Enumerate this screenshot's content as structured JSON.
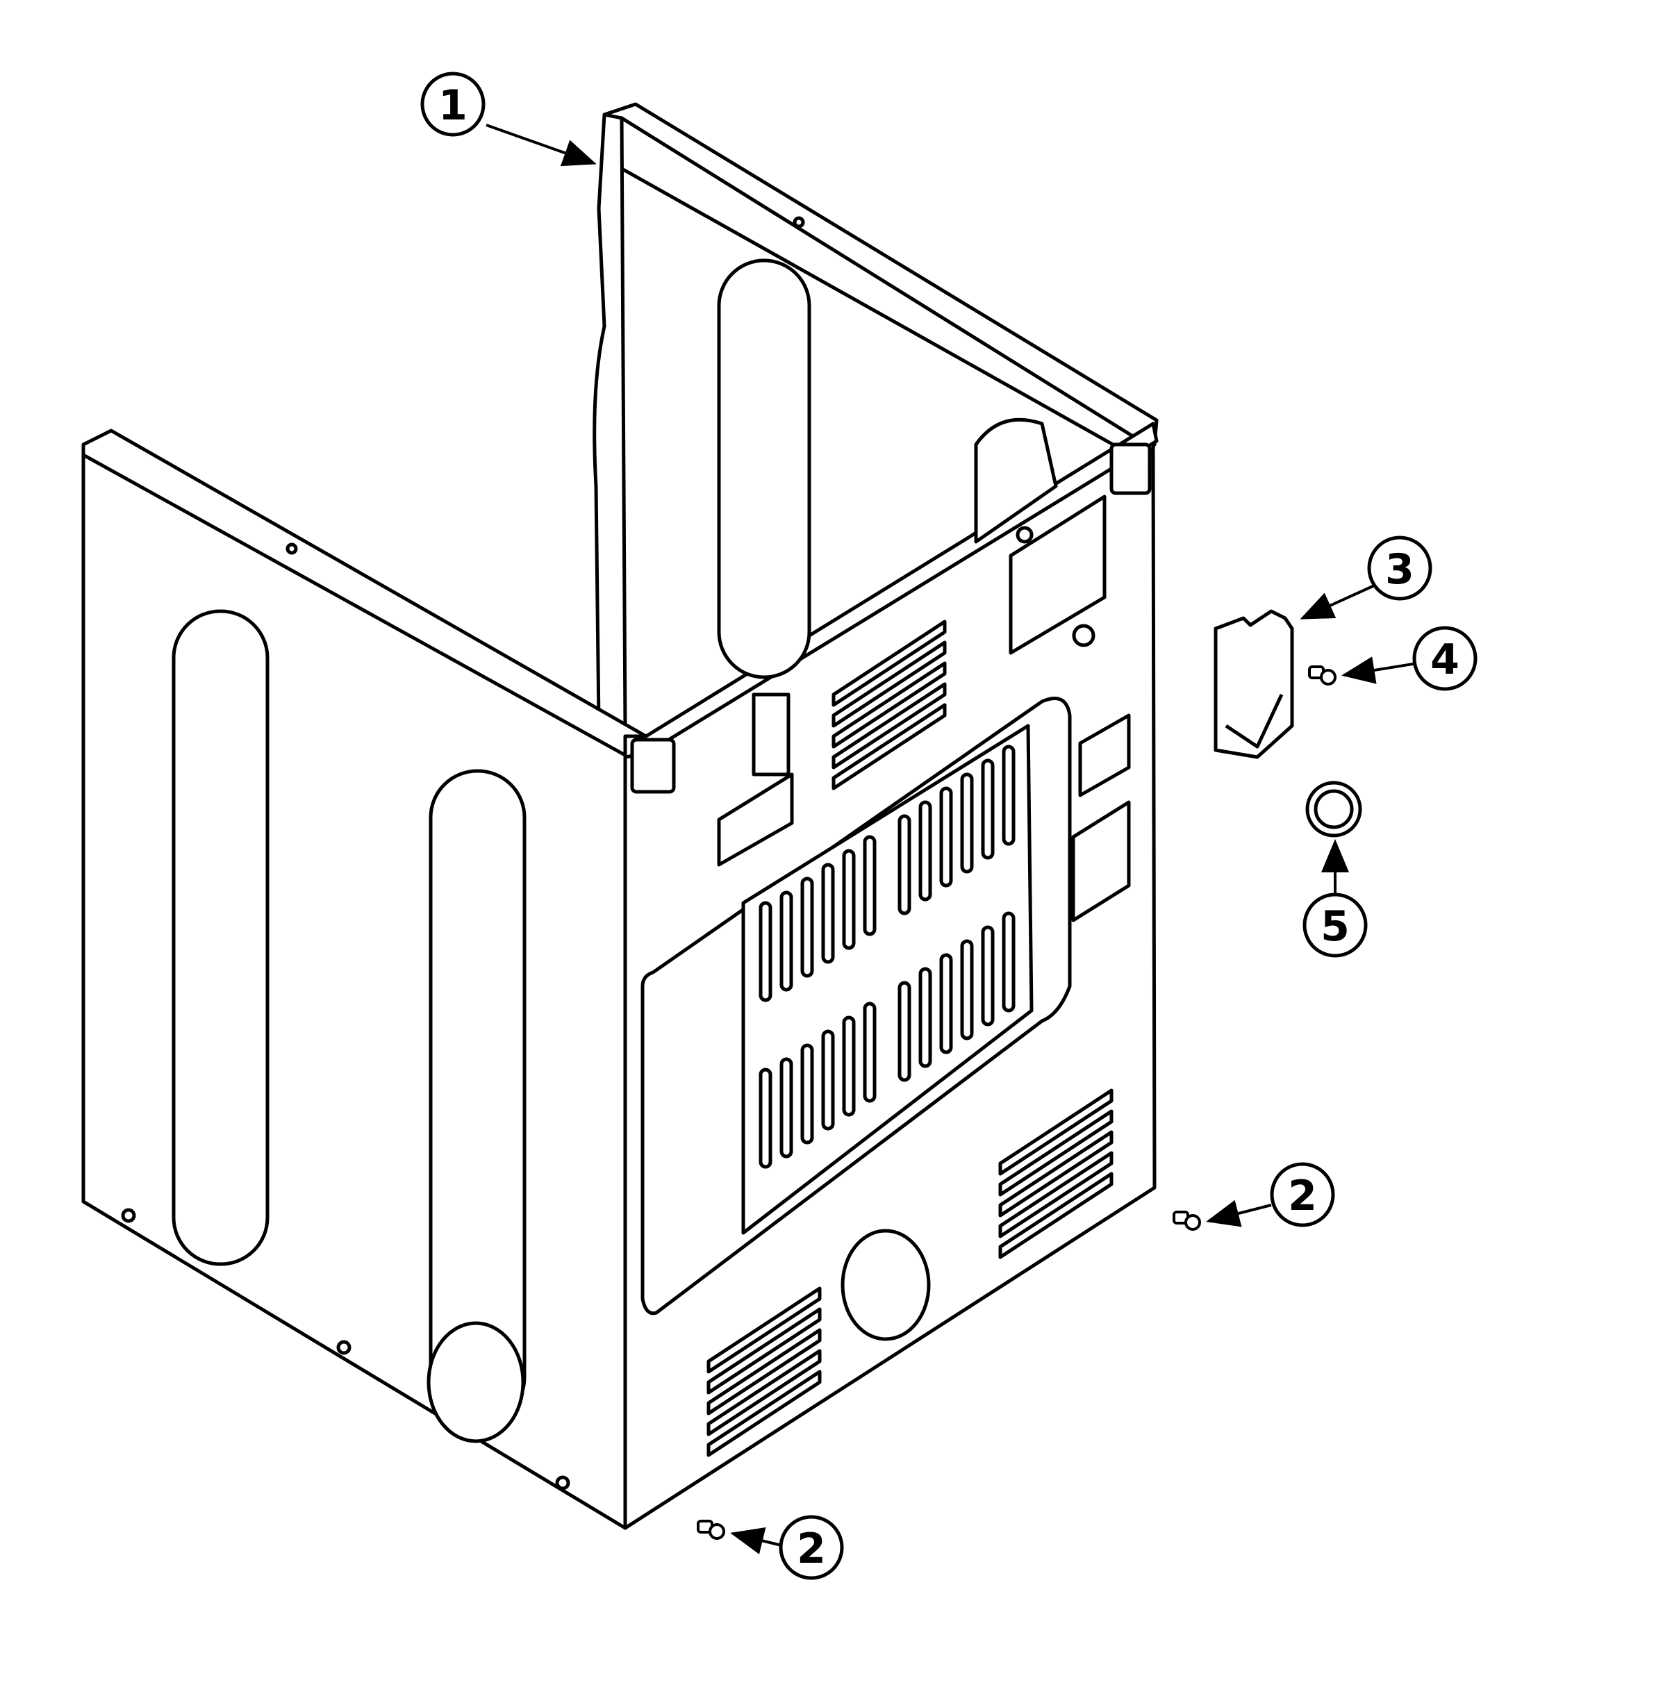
{
  "callouts": [
    {
      "id": "c1",
      "label": "1"
    },
    {
      "id": "c2a",
      "label": "2"
    },
    {
      "id": "c2b",
      "label": "2"
    },
    {
      "id": "c3",
      "label": "3"
    },
    {
      "id": "c4",
      "label": "4"
    },
    {
      "id": "c5",
      "label": "5"
    }
  ],
  "colors": {
    "line": "#000000",
    "background": "#ffffff"
  }
}
